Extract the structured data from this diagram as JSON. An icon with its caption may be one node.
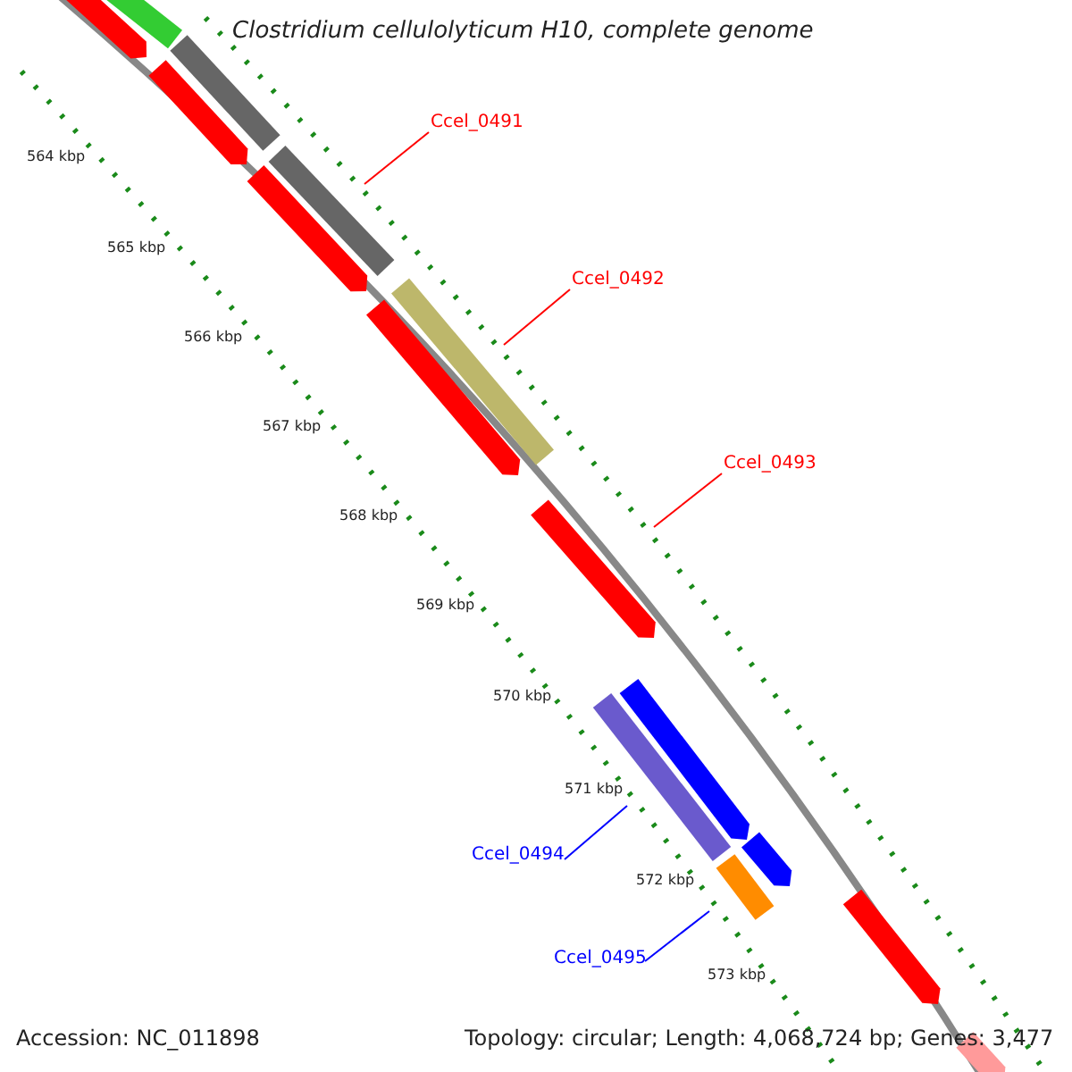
{
  "diagram": {
    "title": "Clostridium cellulolyticum H10, complete genome",
    "nodes": [
      {
        "text": [
          "Ccel_0491"
        ]
      },
      {
        "text": [],
        "shape": "bar"
      },
      {
        "text": [
          "Ccel_0492"
        ]
      },
      {
        "text": [],
        "shape": "bar"
      },
      {
        "text": [
          "Ccel_0493"
        ]
      },
      {
        "text": [],
        "shape": "bar"
      },
      {
        "text": [
          "Ccel_0494"
        ]
      },
      {
        "text": [],
        "shape": "bar"
      },
      {
        "text": [
          "Ccel_0495"
        ]
      },
      {
        "text": [],
        "shape": "bar"
      },
      {
        "text": [],
        "shape": "bar"
      },
      {
        "text": [],
        "shape": "bar"
      },
      {
        "text": [],
        "shape": "bar"
      },
      {
        "text": [],
        "shape": "bar"
      },
      {
        "text": [],
        "shape": "bar"
      },
      {
        "text": [],
        "shape": "bar"
      },
      {
        "text": [],
        "shape": "bar"
      },
      {
        "text": [],
        "shape": "bar"
      },
      {
        "text": [],
        "shape": "bar"
      },
      {
        "text": [],
        "shape": "bar"
      }
    ],
    "edges": [
      {
        "from": 0,
        "to": 1,
        "arrow": "none"
      },
      {
        "from": 2,
        "to": 3,
        "arrow": "none"
      },
      {
        "from": 4,
        "to": 5,
        "arrow": "none"
      },
      {
        "from": 6,
        "to": 7,
        "arrow": "none",
        "color": "#0000ff"
      },
      {
        "from": 8,
        "to": 9,
        "arrow": "none",
        "color": "#0000ff"
      }
    ],
    "labels": [
      "564 kbp",
      "565 kbp",
      "566 kbp",
      "567 kbp",
      "568 kbp",
      "569 kbp",
      "570 kbp",
      "571 kbp",
      "572 kbp",
      "573 kbp",
      "Accession: NC_011898",
      "Topology: circular; Length: 4,068,724 bp; Genes: 3,477"
    ]
  }
}
